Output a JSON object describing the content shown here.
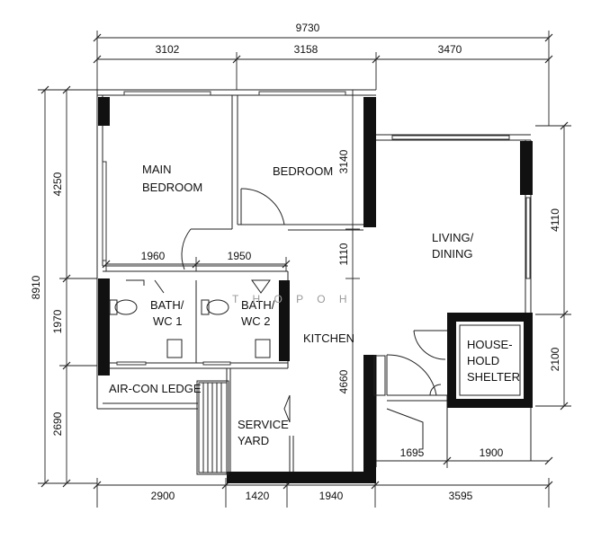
{
  "rooms": {
    "main_bedroom": [
      "MAIN",
      "BEDROOM"
    ],
    "bedroom": "BEDROOM",
    "living_dining": [
      "LIVING/",
      "DINING"
    ],
    "bath_wc1": [
      "BATH/",
      "WC 1"
    ],
    "bath_wc2": [
      "BATH/",
      "WC 2"
    ],
    "kitchen": "KITCHEN",
    "household_shelter": [
      "HOUSE-",
      "HOLD",
      "SHELTER"
    ],
    "air_con_ledge": "AIR-CON LEDGE",
    "service_yard": [
      "SERVICE",
      "YARD"
    ]
  },
  "dimensions": {
    "top_total": "9730",
    "top_segments": [
      "3102",
      "3158",
      "3470"
    ],
    "bottom_segments": [
      "2900",
      "1420",
      "1940",
      "3595"
    ],
    "left_total": "8910",
    "left_segments": [
      "4250",
      "1970",
      "2690"
    ],
    "right_segments": [
      "4110",
      "2100"
    ],
    "bath_widths": [
      "1960",
      "1950"
    ],
    "kitchen_heights": [
      "3140",
      "1110",
      "4660"
    ],
    "shelter_bottom": [
      "1695",
      "1900"
    ]
  },
  "watermark": "T H O  P O H"
}
